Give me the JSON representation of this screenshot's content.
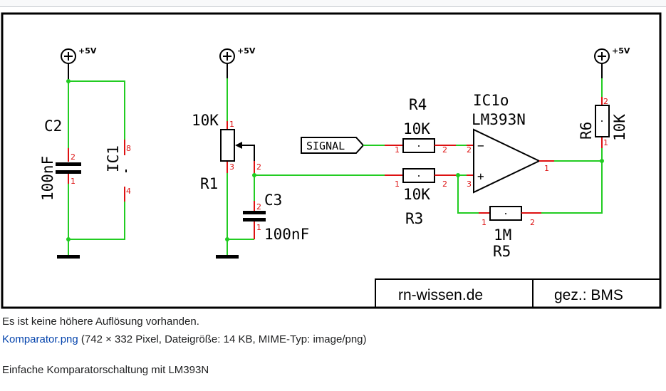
{
  "schematic": {
    "power": {
      "label": "+5V"
    },
    "pins": {
      "one": "1",
      "two": "2",
      "three": "3",
      "four": "4",
      "eight": "8"
    },
    "components": {
      "c2": {
        "name": "C2",
        "value": "100nF"
      },
      "ic1": {
        "name": "IC1"
      },
      "r1": {
        "name": "R1",
        "value": "10K"
      },
      "c3": {
        "name": "C3",
        "value": "100nF"
      },
      "r4": {
        "name": "R4",
        "value": "10K"
      },
      "r3": {
        "name": "R3",
        "value": "10K"
      },
      "ic1o": {
        "name": "IC1o",
        "part": "LM393N",
        "minus": "−",
        "plus": "+"
      },
      "r5": {
        "name": "R5",
        "value": "1M"
      },
      "r6": {
        "name": "R6",
        "value": "10K"
      },
      "signal": {
        "label": "SIGNAL"
      }
    },
    "title_block": {
      "site": "rn-wissen.de",
      "drawn_by": "gez.: BMS"
    }
  },
  "caption": {
    "no_higher_res": "Es ist keine höhere Auflösung vorhanden.",
    "file_link": "Komparator.png",
    "file_info": " (742 × 332 Pixel, Dateigröße: 14 KB, MIME-Typ: image/png)",
    "description": "Einfache Komparatorschaltung mit LM393N"
  }
}
